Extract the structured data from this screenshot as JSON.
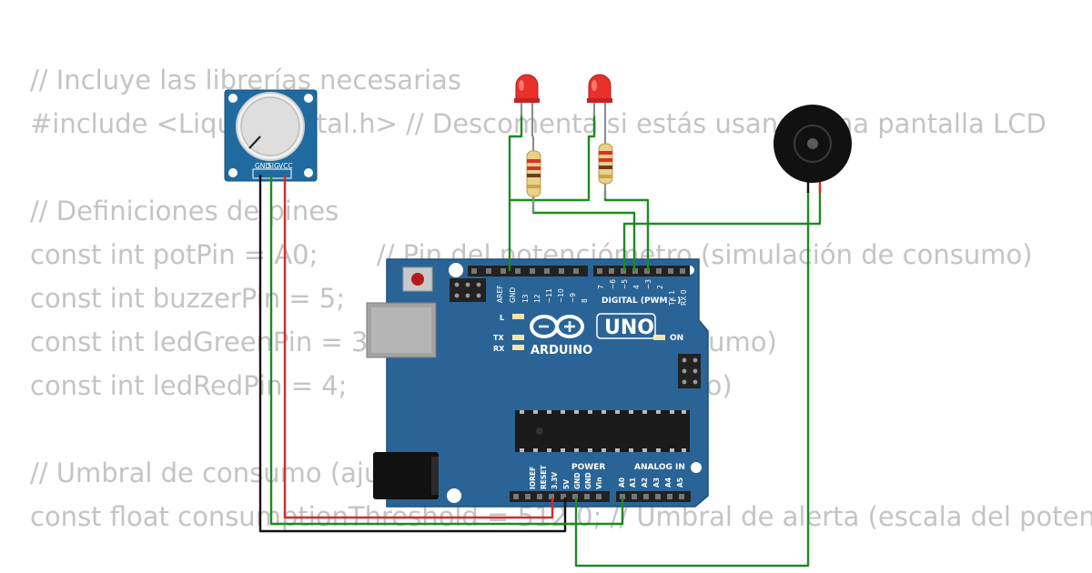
{
  "code_lines": [
    "// Incluye las librerías necesarias",
    "#include <LiquidCrystal.h> // Descomenta si estás usando una pantalla LCD",
    "",
    "// Definiciones de pines",
    "const int potPin = A0;       // Pin del potenciómetro (simulación de consumo)",
    "const int buzzerPin = 5;",
    "const int ledGreenPin = 3;   // LED verde (bajo consumo)",
    "const int ledRedPin = 4;     // LED rojo (alto consumo)",
    "",
    "// Umbral de consumo (ajustable)",
    "const float consumptionThreshold = 512.0; // Umbral de alerta (escala del potenciómetro)"
  ],
  "potentiometer": {
    "pins": [
      "GND",
      "SIG",
      "VCC"
    ]
  },
  "arduino": {
    "brand": "ARDUINO",
    "model": "UNO",
    "digital_header_label": "DIGITAL (PWM ~)",
    "analog_header_label": "ANALOG IN",
    "power_header_label": "POWER",
    "on_label": "ON",
    "l_label": "L",
    "tx_label": "TX",
    "rx_label": "RX",
    "top_left_pins": [
      "AREF",
      "GND",
      "13",
      "12",
      "~11",
      "~10",
      "~9",
      "8"
    ],
    "top_right_pins": [
      "7",
      "~6",
      "~5",
      "4",
      "~3",
      "2",
      "TX 1",
      "RX 0"
    ],
    "power_pins": [
      "IOREF",
      "RESET",
      "3.3V",
      "5V",
      "GND",
      "GND",
      "Vin"
    ],
    "analog_pins": [
      "A0",
      "A1",
      "A2",
      "A3",
      "A4",
      "A5"
    ]
  },
  "colors": {
    "code_text": "#c4c4c4",
    "board": "#2a6496",
    "wire_green": "#1e8a23",
    "wire_red": "#d62a2a",
    "wire_black": "#111111",
    "led_red": "#e8312a",
    "module": "#1f6ba0"
  }
}
